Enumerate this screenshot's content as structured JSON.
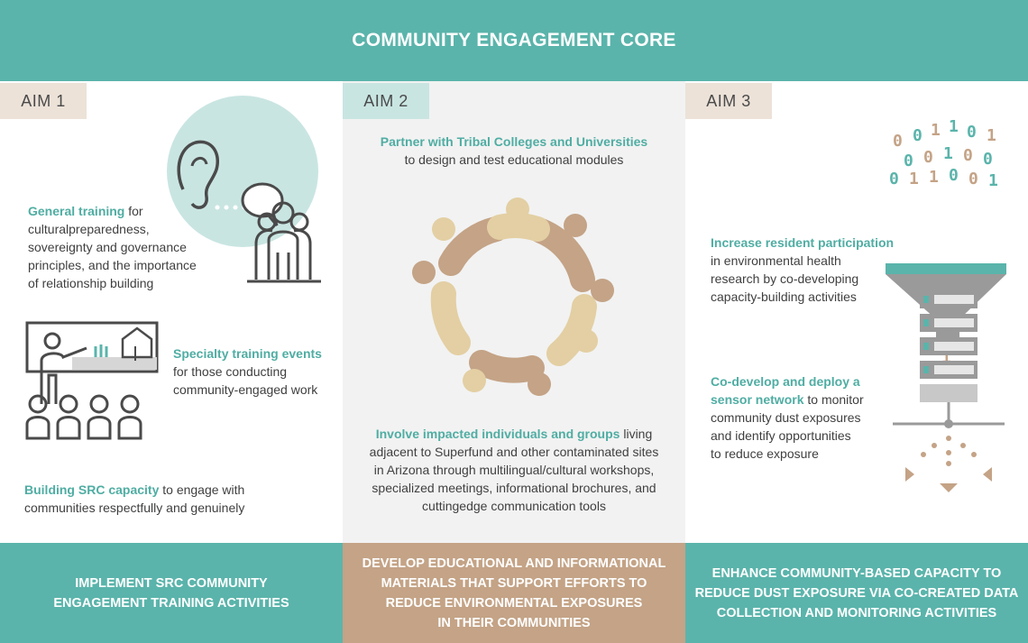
{
  "header": {
    "title": "COMMUNITY ENGAGEMENT CORE"
  },
  "aims": [
    {
      "label": "AIM 1",
      "items": [
        {
          "highlight": "General training",
          "line1": " for",
          "rest": [
            "culturalpreparedness,",
            "sovereignty and governance",
            "principles, and the importance",
            "of relationship building"
          ]
        },
        {
          "highlight": "Specialty training events",
          "rest": [
            "for those conducting",
            "community-engaged work"
          ]
        },
        {
          "highlight": "Building SRC capacity",
          "line1": " to engage with",
          "rest": [
            "communities respectfully and genuinely"
          ]
        }
      ],
      "outcome": [
        "IMPLEMENT SRC COMMUNITY",
        "ENGAGEMENT TRAINING ACTIVITIES"
      ]
    },
    {
      "label": "AIM 2",
      "items": [
        {
          "highlight": "Partner with Tribal Colleges and Universities",
          "rest": [
            "to design and test educational modules"
          ]
        },
        {
          "highlight": "Involve impacted individuals and groups",
          "line1": " living",
          "rest": [
            "adjacent to Superfund and other contaminated sites",
            "in Arizona through multilingual/cultural workshops,",
            "specialized meetings, informational brochures, and",
            "cuttingedge communication tools"
          ]
        }
      ],
      "outcome": [
        "DEVELOP EDUCATIONAL AND INFORMATIONAL",
        "MATERIALS THAT SUPPORT EFFORTS TO",
        "REDUCE ENVIRONMENTAL EXPOSURES",
        "IN THEIR COMMUNITIES"
      ]
    },
    {
      "label": "AIM 3",
      "items": [
        {
          "highlight": "Increase resident participation",
          "rest": [
            "in environmental health",
            "research by co-developing",
            "capacity-building activities"
          ]
        },
        {
          "highlight": "Co-develop and deploy a",
          "highlight2": "sensor network",
          "line2": " to monitor",
          "rest": [
            "community dust exposures",
            "and identify opportunities",
            "to reduce exposure"
          ]
        }
      ],
      "outcome": [
        "ENHANCE COMMUNITY-BASED CAPACITY TO",
        "REDUCE DUST EXPOSURE VIA CO-CREATED DATA",
        "COLLECTION AND MONITORING ACTIVITIES"
      ]
    }
  ],
  "colors": {
    "teal": "#5ab4ab",
    "beige": "#c4a386",
    "light_teal": "#c9e5e2",
    "light_beige": "#ece2d8",
    "dark_gray": "#4a4a4a"
  },
  "icons": [
    "ear-speech-icon",
    "people-group-icon",
    "teacher-board-icon",
    "audience-icon",
    "people-circle-icon",
    "binary-funnel-icon",
    "server-rack-icon",
    "network-distribution-icon"
  ]
}
